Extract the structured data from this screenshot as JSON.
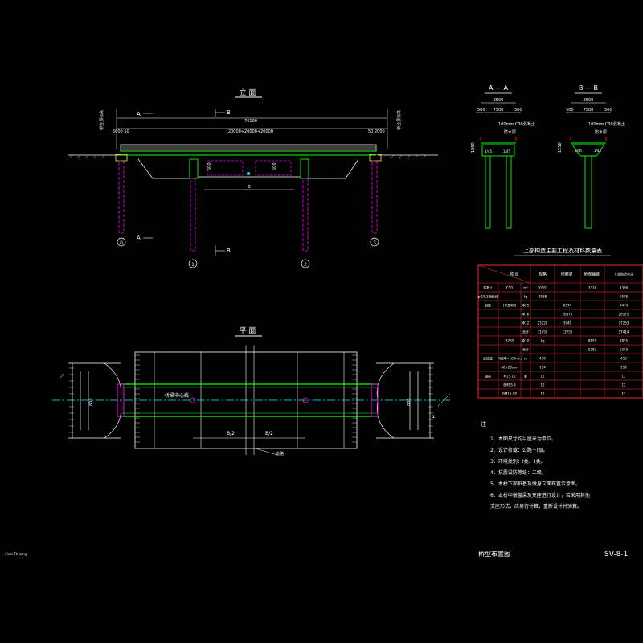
{
  "drawing": {
    "title": "桥型布置图",
    "sheet_no": "SV-8-1",
    "watermark": "Xinai Thulang",
    "elevation": {
      "title": "立 面",
      "total_length": "76100",
      "span_arrangement": "20000+20000+20000",
      "end_left": "5000 50",
      "end_right": "50 2000",
      "section_a": "A",
      "section_b": "B",
      "height_mark": "500",
      "pier_labels": [
        "0",
        "1",
        "2",
        "3"
      ]
    },
    "plan": {
      "title": "平 面",
      "center_line": "桥梁中心线",
      "half_width_left": "B/2",
      "half_width_right": "B/2",
      "road": "道路",
      "width_dim": "800"
    },
    "section_aa": {
      "title": "A — A",
      "total": "8500",
      "parts": [
        "500",
        "7500",
        "500"
      ],
      "deck_note": "100mm C30混凝土",
      "deck_sub": "防水层",
      "ht": "1850"
    },
    "section_bb": {
      "title": "B — B",
      "total": "8500",
      "parts": [
        "500",
        "7500",
        "500"
      ],
      "deck_note": "100mm C30混凝土",
      "deck_sub": "防水层",
      "ht": "1250"
    },
    "table": {
      "title": "上部构造主要工程及材料数量表",
      "headers": [
        "项 目",
        "规格",
        "预制梁",
        "桥面铺装",
        "上部构造合计"
      ],
      "rows": [
        [
          "混凝土",
          "C50",
          "m³",
          "30563",
          "",
          "3316",
          "3399"
        ],
        [
          "φˢ15.2钢绞线",
          "",
          "kg",
          "9588",
          "",
          "",
          "9588"
        ],
        [
          "钢筋",
          "HRB400",
          "Φ25",
          "",
          "8574",
          "",
          "9414"
        ],
        [
          "",
          "",
          "Φ16",
          "",
          "26575",
          "",
          "26575"
        ],
        [
          "",
          "",
          "Φ12",
          "23228",
          "3940",
          "",
          "27253"
        ],
        [
          "",
          "",
          "合计",
          "31450",
          "13750",
          "",
          "57414"
        ],
        [
          "",
          "R235",
          "Φ10",
          "kg",
          "",
          "8855",
          "8855"
        ],
        [
          "",
          "",
          "合计",
          "",
          "",
          "5383",
          "5383"
        ],
        [
          "波纹管",
          "内径Φ=100mm",
          "m",
          "450",
          "",
          "",
          "450"
        ],
        [
          "",
          "60×20mm",
          "",
          "114",
          "",
          "",
          "114"
        ],
        [
          "锚具",
          "M15-16",
          "套",
          "12",
          "",
          "",
          "12"
        ],
        [
          "",
          "BM15-3",
          "",
          "12",
          "",
          "",
          "12"
        ],
        [
          "",
          "BM15-5P",
          "",
          "12",
          "",
          "",
          "12"
        ]
      ]
    },
    "notes": {
      "heading": "注",
      "items": [
        "1、本图尺寸均以厘米为单位。",
        "2、设计荷载：公路－Ⅰ级。",
        "3、环境类别：Ⅰ类、Ⅱ类。",
        "4、抗震设防等级：二级。",
        "5、本桥下部桩基及墩身立面布置示意图。",
        "6、本桥中墩盖梁及支座进行设计，若采用其他",
        "   支座形式，应另行计算，重新设计并验算。"
      ]
    }
  },
  "colors": {
    "background": "#000000",
    "line_white": "#ffffff",
    "line_green": "#00ff00",
    "line_magenta": "#ff00ff",
    "line_cyan": "#00ffff",
    "line_yellow": "#ffff00",
    "line_red": "#ff0000"
  }
}
